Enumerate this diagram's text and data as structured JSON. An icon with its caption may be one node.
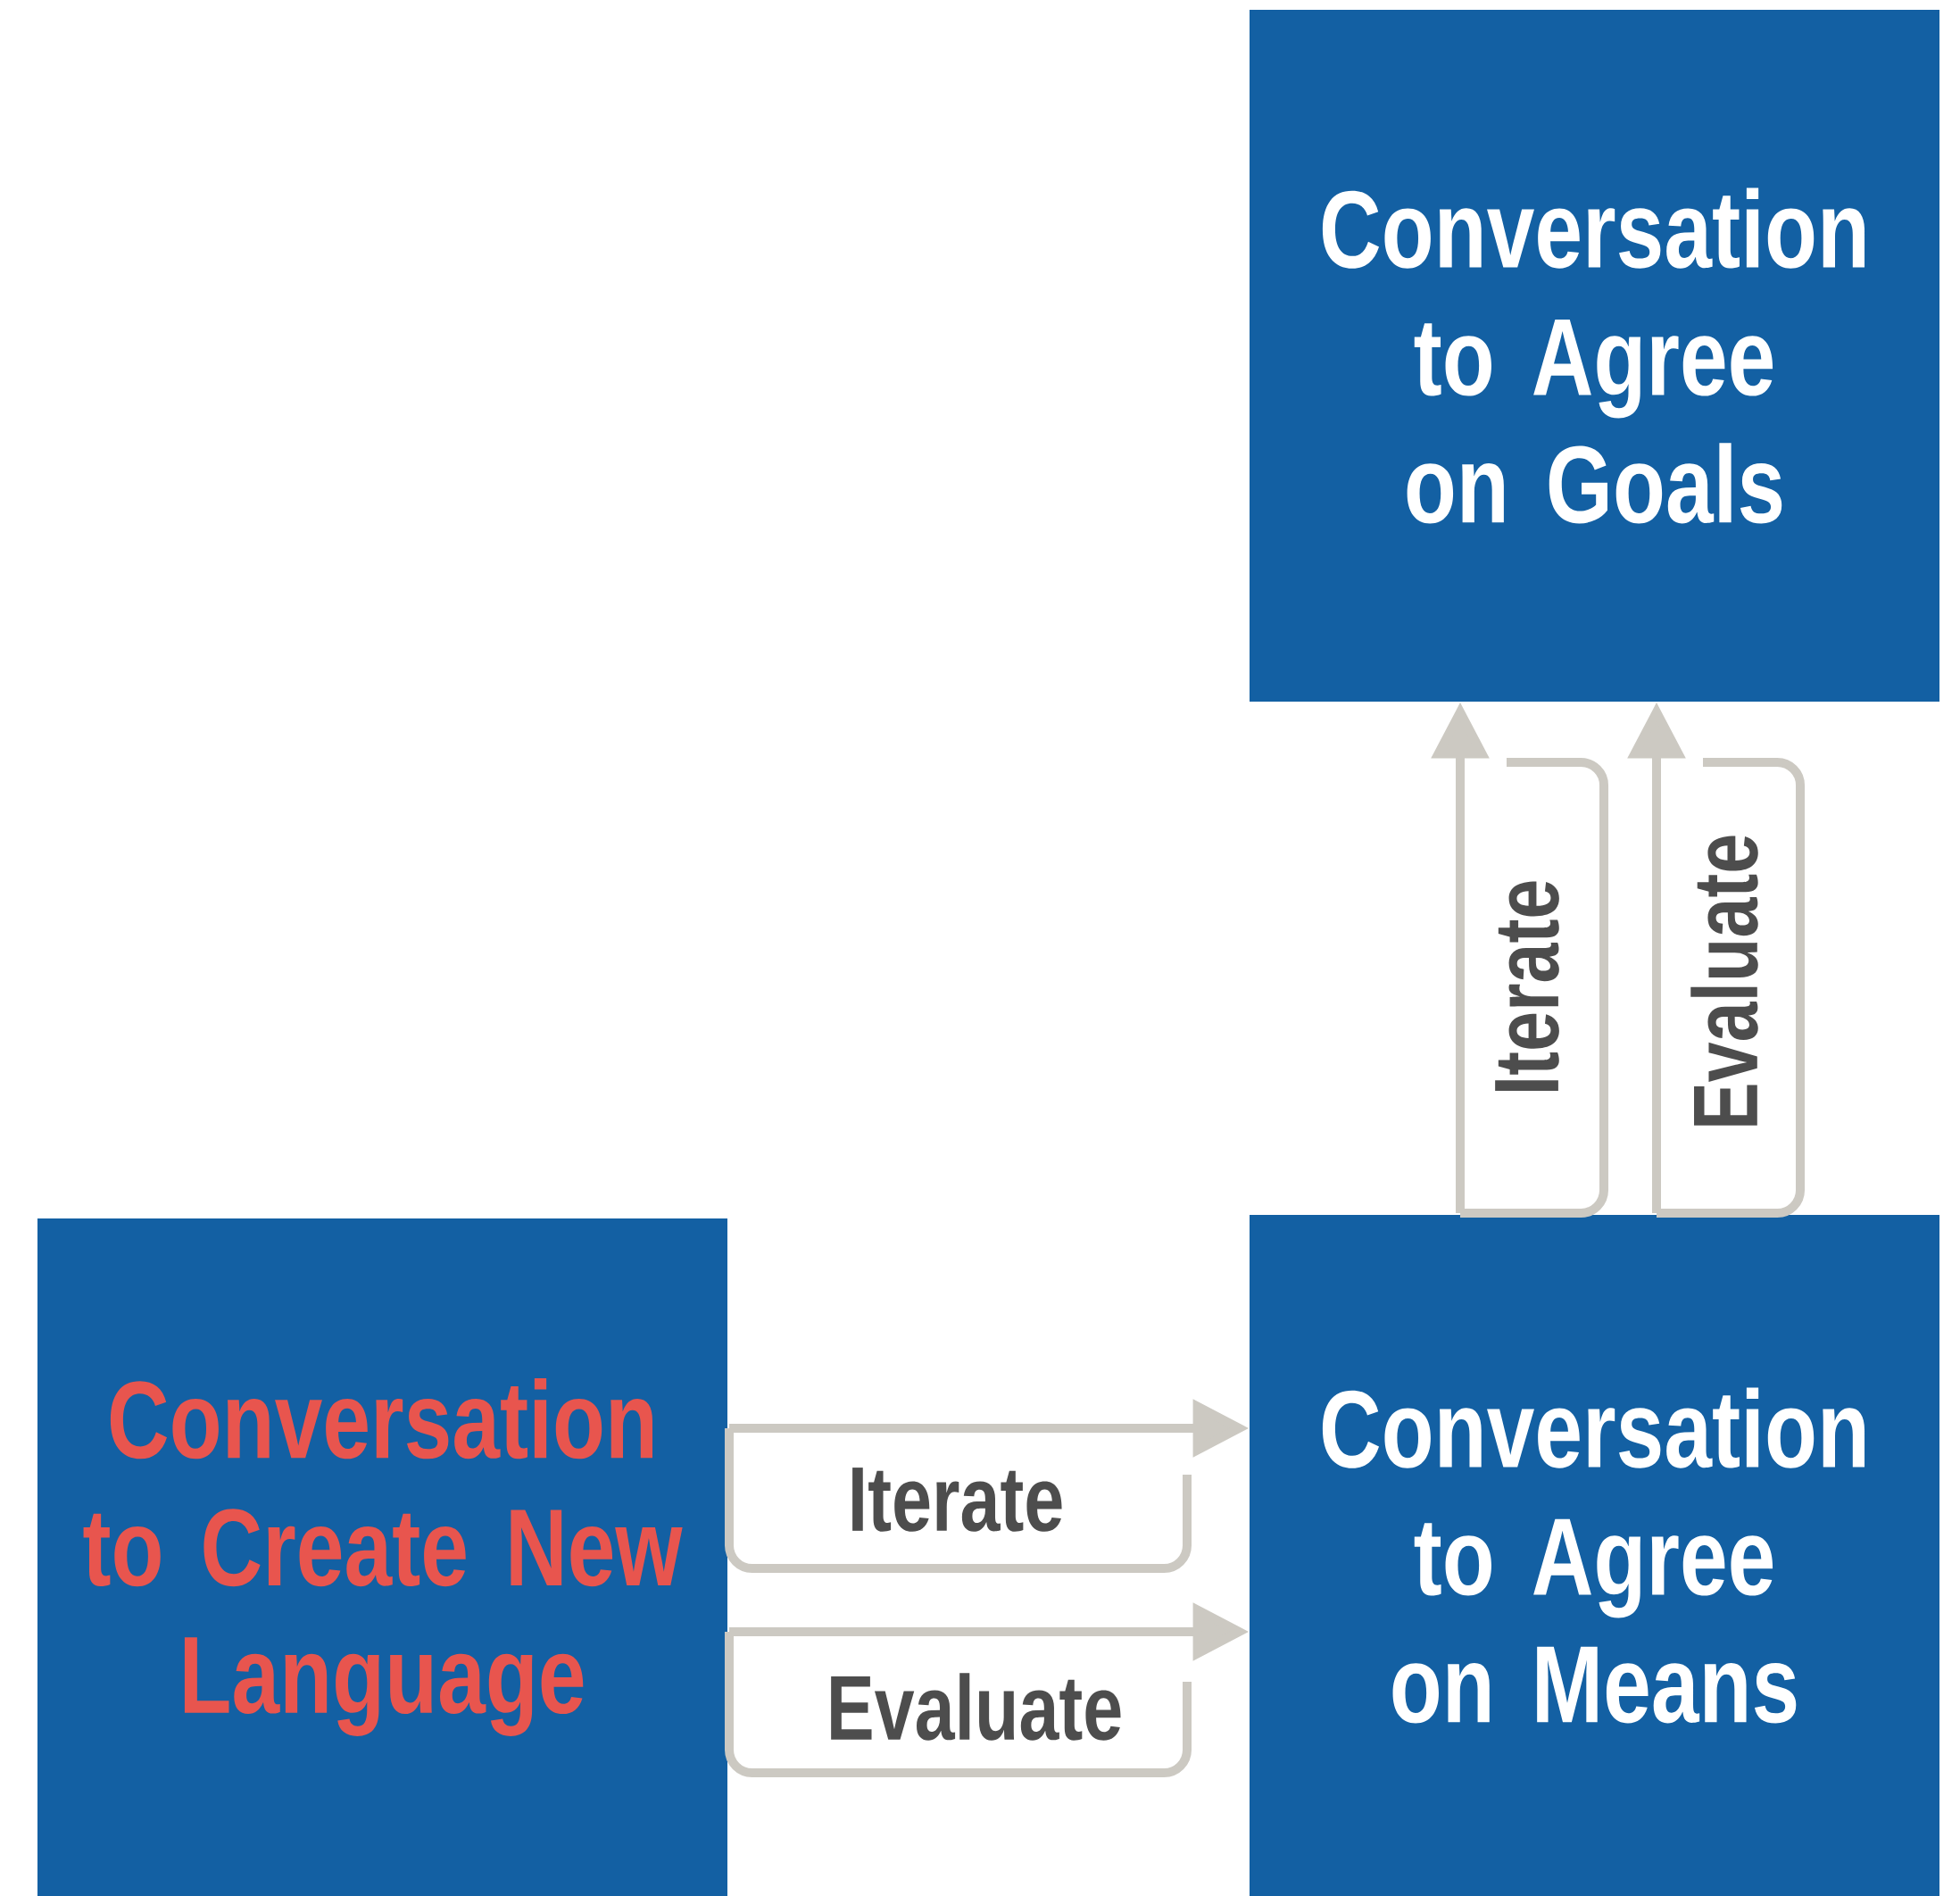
{
  "diagram": {
    "nodes": [
      {
        "text": [
          "Conversation to Agree on Goals"
        ]
      },
      {
        "text": [
          "Conversation to Create New Language"
        ]
      },
      {
        "text": [
          "Conversation to Agree on Means"
        ]
      }
    ],
    "edges": [
      {
        "from": 1,
        "to": 2,
        "arrow": "to",
        "label": "Iterate"
      },
      {
        "from": 1,
        "to": 2,
        "arrow": "to",
        "label": "Evaluate"
      },
      {
        "from": 2,
        "to": 0,
        "arrow": "to",
        "label": "Iterate"
      },
      {
        "from": 2,
        "to": 0,
        "arrow": "to",
        "label": "Evaluate"
      }
    ]
  }
}
